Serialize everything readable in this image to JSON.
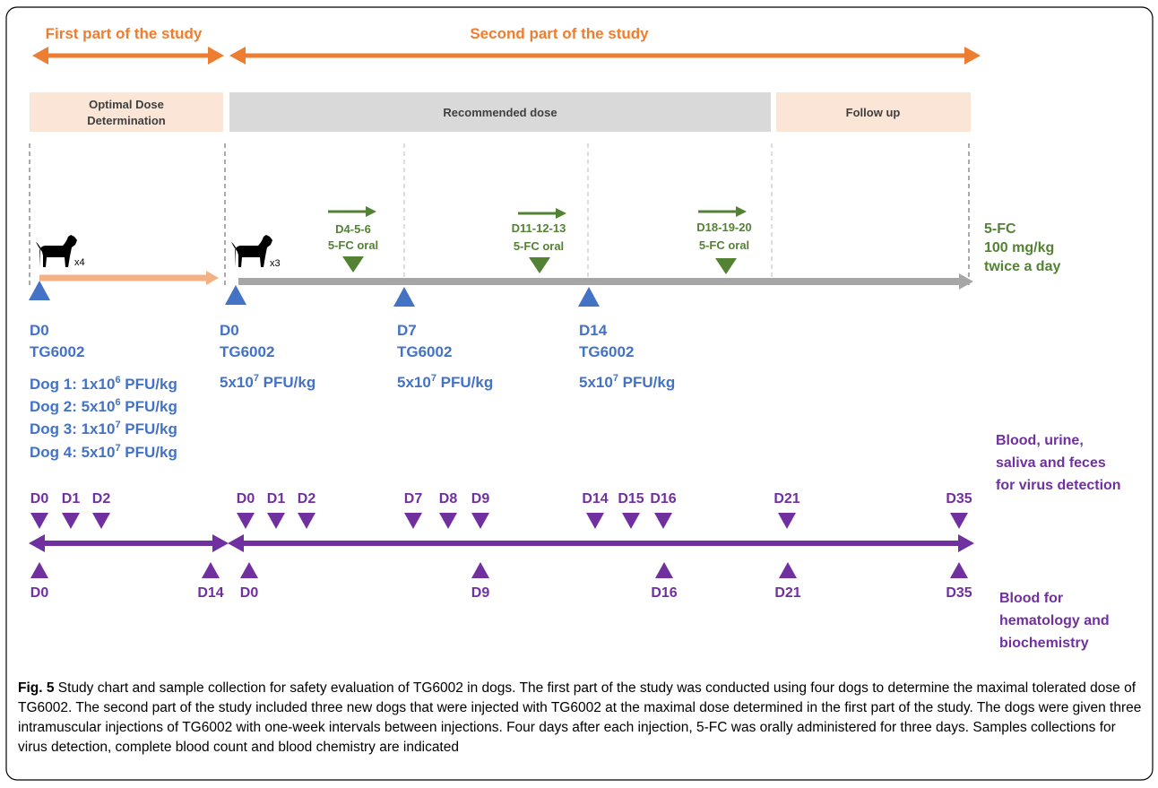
{
  "phases": {
    "first": "First part of the study",
    "second": "Second part of the study"
  },
  "bands": {
    "optimal_line1": "Optimal Dose",
    "optimal_line2": "Determination",
    "recommended": "Recommended dose",
    "follow_up": "Follow up"
  },
  "dog_counts": {
    "first": "x4",
    "second": "x3"
  },
  "fc_courses": [
    {
      "days": "D4-5-6",
      "route": "5-FC oral"
    },
    {
      "days": "D11-12-13",
      "route": "5-FC oral"
    },
    {
      "days": "D18-19-20",
      "route": "5-FC oral"
    }
  ],
  "fc_dose": {
    "line1": "5-FC",
    "line2": "100 mg/kg",
    "line3": "twice a day"
  },
  "first_injection": {
    "day": "D0",
    "product": "TG6002",
    "doses": [
      {
        "pre": "Dog 1: 1x10",
        "exp": "6",
        "post": " PFU/kg"
      },
      {
        "pre": "Dog 2: 5x10",
        "exp": "6",
        "post": " PFU/kg"
      },
      {
        "pre": "Dog 3: 1x10",
        "exp": "7",
        "post": " PFU/kg"
      },
      {
        "pre": "Dog 4: 5x10",
        "exp": "7",
        "post": " PFU/kg"
      }
    ]
  },
  "second_injections": [
    {
      "day": "D0",
      "product": "TG6002",
      "dose_pre": "5x10",
      "dose_exp": "7",
      "dose_post": " PFU/kg"
    },
    {
      "day": "D7",
      "product": "TG6002",
      "dose_pre": "5x10",
      "dose_exp": "7",
      "dose_post": " PFU/kg"
    },
    {
      "day": "D14",
      "product": "TG6002",
      "dose_pre": "5x10",
      "dose_exp": "7",
      "dose_post": " PFU/kg"
    }
  ],
  "virus_samples": {
    "label_lines": [
      "Blood, urine,",
      "saliva and feces",
      "for virus detection"
    ],
    "days": [
      "D0",
      "D1",
      "D2",
      "D0",
      "D1",
      "D2",
      "D7",
      "D8",
      "D9",
      "D14",
      "D15",
      "D16",
      "D21",
      "D35"
    ]
  },
  "blood_samples": {
    "label_lines": [
      "Blood for",
      "hematology and",
      "biochemistry"
    ],
    "days": [
      "D0",
      "D14",
      "D0",
      "D9",
      "D16",
      "D21",
      "D35"
    ]
  },
  "caption": {
    "fig_number": "Fig. 5",
    "text": "Study chart and sample collection for safety evaluation of TG6002 in dogs. The first part of the study was conducted using four dogs to determine the maximal tolerated dose of TG6002. The second part of the study included three new dogs that were injected with TG6002 at the maximal dose determined in the first part of the study. The dogs were given three intramuscular injections of TG6002 with one-week intervals between injections. Four days after each injection, 5-FC was orally administered for three days. Samples collections for virus detection, complete blood count and blood chemistry are indicated"
  },
  "colors": {
    "orange": "#ed7d31",
    "light_orange": "#fbe5d6",
    "gray_band": "#d9d9d9",
    "blue": "#4472c4",
    "green": "#548235",
    "purple": "#7030a0"
  }
}
